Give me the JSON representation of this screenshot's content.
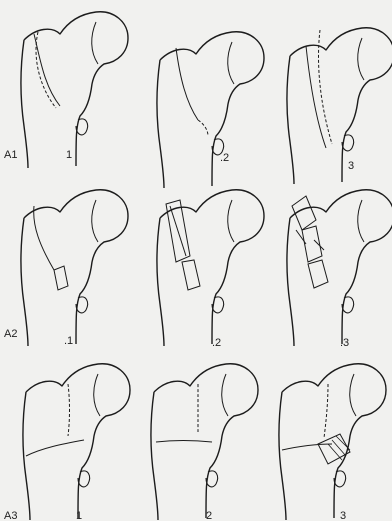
{
  "figure": {
    "row_labels": {
      "a1": "A1",
      "a2": "A2",
      "a3": "A3"
    },
    "panels": [
      {
        "id": "A1.1",
        "number": "1"
      },
      {
        "id": "A1.2",
        "number": ".2"
      },
      {
        "id": "A1.3",
        "number": "3"
      },
      {
        "id": "A2.1",
        "number": ".1"
      },
      {
        "id": "A2.2",
        "number": ".2"
      },
      {
        "id": "A2.3",
        "number": ".3"
      },
      {
        "id": "A3.1",
        "number": "1"
      },
      {
        "id": "A3.2",
        "number": "2"
      },
      {
        "id": "A3.3",
        "number": "3"
      }
    ]
  }
}
